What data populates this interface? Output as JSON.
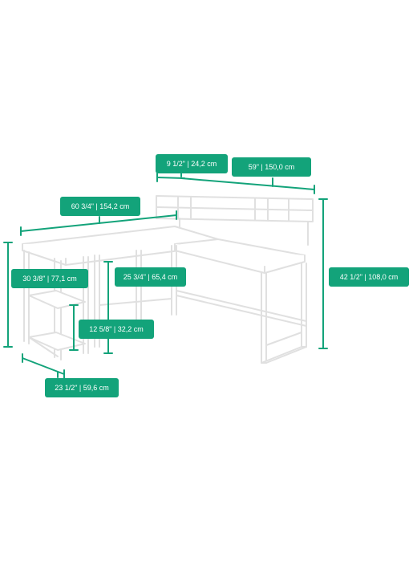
{
  "colors": {
    "accent": "#13a37a",
    "furniture_stroke": "#e2e2e2",
    "furniture_shadow": "#d0d0d0"
  },
  "dimensions": {
    "hutch_depth": "9 1/2\" | 24,2 cm",
    "hutch_width": "59\" | 150,0 cm",
    "desk_width": "60 3/4\" | 154,2 cm",
    "desk_height": "30 3/8\" | 77,1 cm",
    "knee_height": "25 3/4\" | 65,4 cm",
    "overall_height": "42 1/2\" | 108,0 cm",
    "shelf_height": "12 5/8\" | 32,2 cm",
    "desk_depth": "23 1/2\" | 59,6 cm"
  }
}
